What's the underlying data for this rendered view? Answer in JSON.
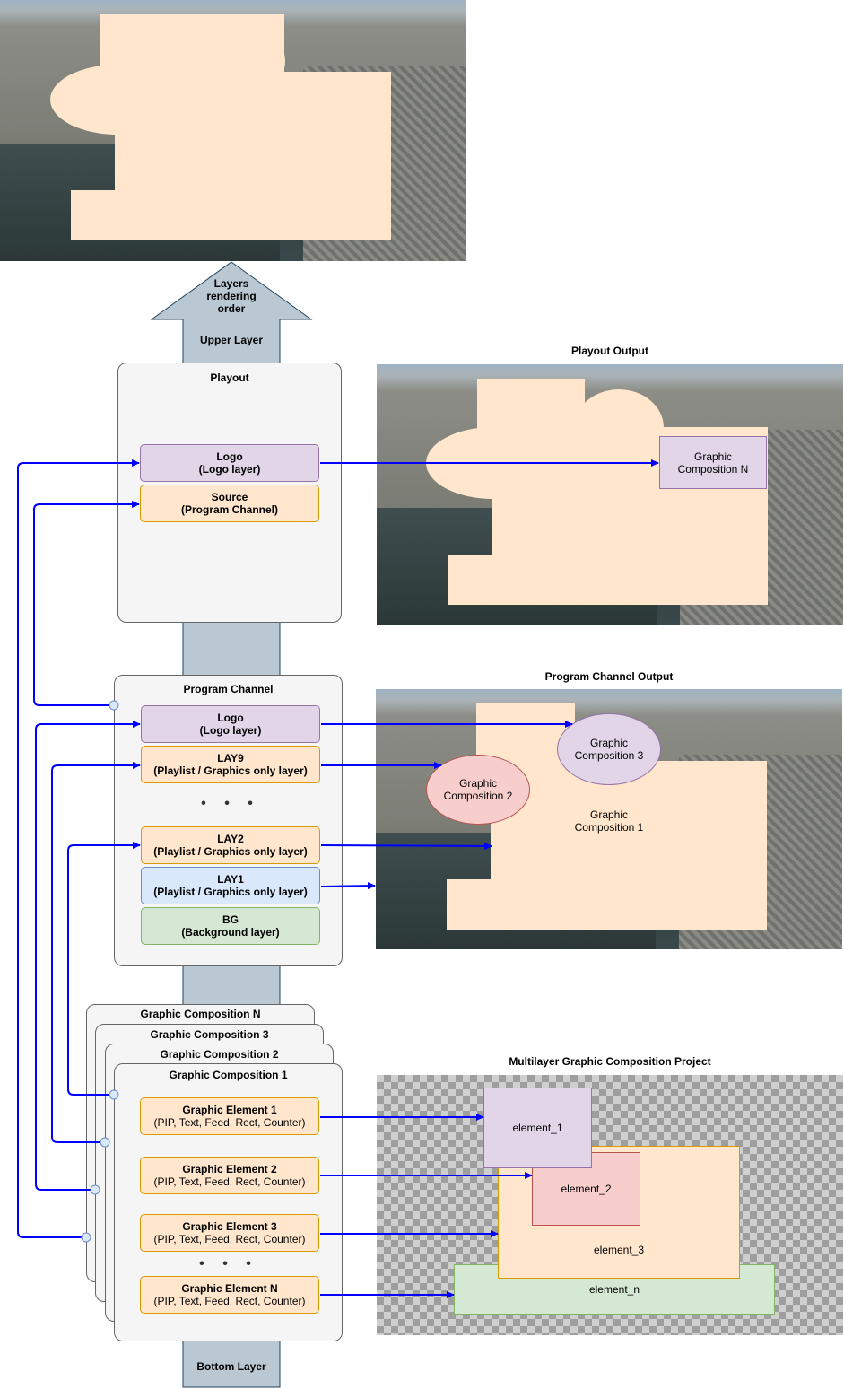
{
  "arrow": {
    "title_line1": "Layers",
    "title_line2": "rendering",
    "title_line3": "order",
    "upper": "Upper Layer",
    "bottom": "Bottom Layer"
  },
  "playout": {
    "title": "Playout",
    "logo": {
      "name": "Logo",
      "sub": "(Logo layer)"
    },
    "source": {
      "name": "Source",
      "sub": "(Program Channel)"
    }
  },
  "program_channel": {
    "title": "Program Channel",
    "logo": {
      "name": "Logo",
      "sub": "(Logo layer)"
    },
    "lay9": {
      "name": "LAY9",
      "sub": "(Playlist / Graphics only layer)"
    },
    "ellipsis": "• • •",
    "lay2": {
      "name": "LAY2",
      "sub": "(Playlist / Graphics only layer)"
    },
    "lay1": {
      "name": "LAY1",
      "sub": "(Playlist / Graphics only layer)"
    },
    "bg": {
      "name": "BG",
      "sub": "(Background layer)"
    }
  },
  "compositions": {
    "stack_titles": [
      "Graphic Composition N",
      "Graphic Composition 3",
      "Graphic Composition 2",
      "Graphic Composition 1"
    ],
    "elements": [
      {
        "name": "Graphic Element 1",
        "sub": "(PIP, Text, Feed, Rect, Counter)"
      },
      {
        "name": "Graphic Element 2",
        "sub": "(PIP, Text, Feed, Rect, Counter)"
      },
      {
        "name": "Graphic Element 3",
        "sub": "(PIP, Text, Feed, Rect, Counter)"
      },
      {
        "name": "Graphic Element N",
        "sub": "(PIP, Text, Feed, Rect, Counter)"
      }
    ],
    "ellipsis": "• • •"
  },
  "playout_output": {
    "title": "Playout Output",
    "gc_n_line1": "Graphic",
    "gc_n_line2": "Composition N"
  },
  "program_output": {
    "title": "Program Channel Output",
    "gc3_line1": "Graphic",
    "gc3_line2": "Composition 3",
    "gc2_line1": "Graphic",
    "gc2_line2": "Composition 2",
    "gc1_line1": "Graphic",
    "gc1_line2": "Composition 1"
  },
  "project": {
    "title": "Multilayer Graphic Composition Project",
    "element_1": "element_1",
    "element_2": "element_2",
    "element_3": "element_3",
    "element_n": "element_n"
  },
  "colors": {
    "connector": "#0000ff",
    "arrow_fill": "#bac8d3",
    "arrow_stroke": "#23445d"
  }
}
